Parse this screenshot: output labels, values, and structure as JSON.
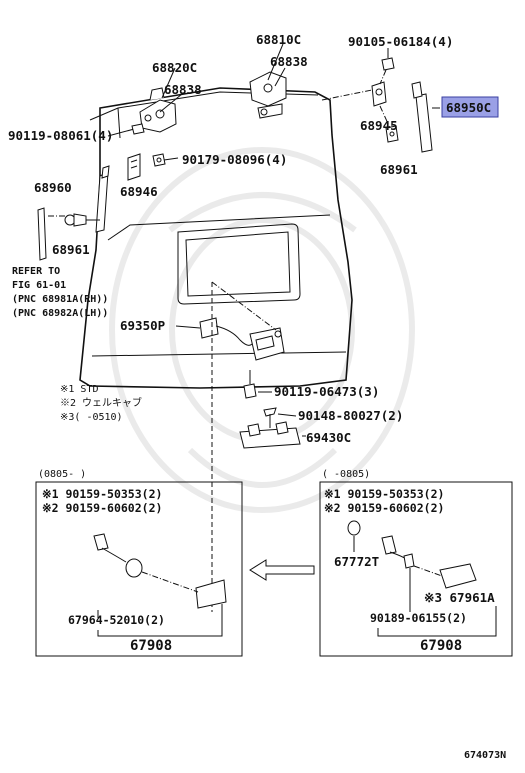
{
  "labels": {
    "p68810C": "68810C",
    "p68838_r": "68838",
    "p68820C": "68820C",
    "p68838_l": "68838",
    "p90105": "90105-06184(4)",
    "p68950C": "68950C",
    "p68945": "68945",
    "p68961_r": "68961",
    "p90119_08061": "90119-08061(4)",
    "p90179": "90179-08096(4)",
    "p68960": "68960",
    "p68946": "68946",
    "p68961_l": "68961",
    "refer1": "REFER TO",
    "refer2": "FIG 61-01",
    "refer3": "(PNC 68981A(RH))",
    "refer4": "(PNC 68982A(LH))",
    "p69350P": "69350P",
    "p90119_06473": "90119-06473(3)",
    "p90148": "90148-80027(2)",
    "p69430C": "69430C",
    "diagram_id": "674073N"
  },
  "notes": {
    "n1": "※1 STD",
    "n2": "※2 ウェルキャブ",
    "n3": "※3(    -0510)"
  },
  "left_box": {
    "range": "(0805-    )",
    "l1": "※1 90159-50353(2)",
    "l2": "※2 90159-60602(2)",
    "p67964": "67964-52010(2)",
    "p67908": "67908"
  },
  "right_box": {
    "range": "(    -0805)",
    "l1": "※1 90159-50353(2)",
    "l2": "※2 90159-60602(2)",
    "p67772T": "67772T",
    "p67961A": "※3 67961A",
    "p90189": "90189-06155(2)",
    "p67908": "67908"
  },
  "colors": {
    "highlight": "#9aa0e6",
    "line": "#111111"
  }
}
